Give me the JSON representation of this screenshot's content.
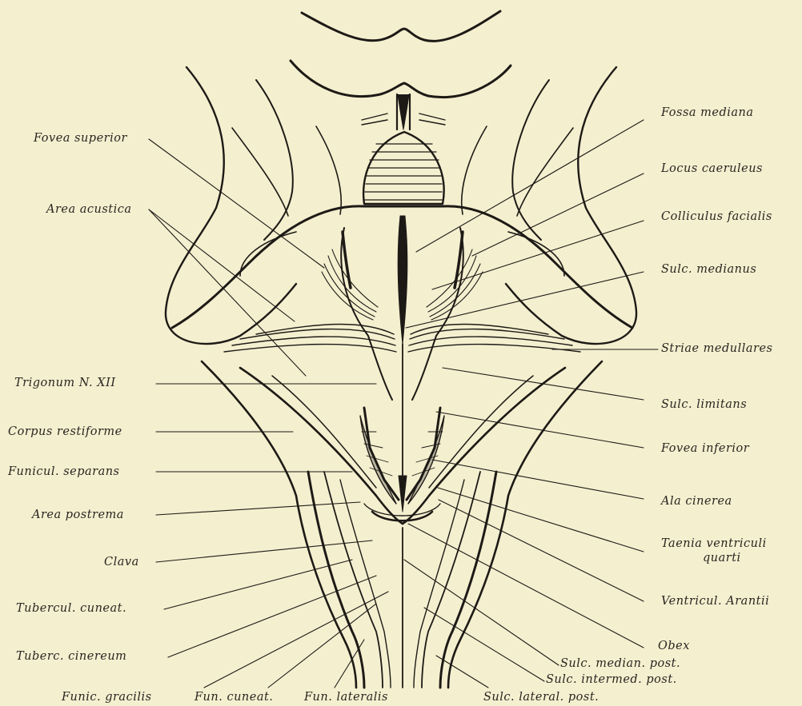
{
  "labels_left": {
    "fovea_superior": "Fovea superior",
    "area_acustica": "Area acustica",
    "trigonum": "Trigonum N. XII",
    "corpus_restiforme": "Corpus restiforme",
    "funicul_separans": "Funicul. separans",
    "area_postrema": "Area postrema",
    "clava": "Clava",
    "tubercul_cuneat": "Tubercul. cuneat.",
    "tuberc_cinereum": "Tuberc. cinereum"
  },
  "labels_bottom": {
    "funic_gracilis": "Funic. gracilis",
    "fun_cuneat": "Fun. cuneat.",
    "fun_lateralis": "Fun. lateralis",
    "sulc_lateral_post": "Sulc. lateral. post."
  },
  "labels_right": {
    "fossa_mediana": "Fossa mediana",
    "locus_caeruleus": "Locus caeruleus",
    "colliculus_facialis": "Colliculus facialis",
    "sulc_medianus": "Sulc. medianus",
    "striae_medullares": "Striae medullares",
    "sulc_limitans": "Sulc. limitans",
    "fovea_inferior": "Fovea inferior",
    "ala_cinerea": "Ala cinerea",
    "taenia_1": "Taenia ventriculi",
    "taenia_2": "quarti",
    "ventricul_arantii": "Ventricul. Arantii",
    "obex": "Obex",
    "sulc_median_post": "Sulc. median. post.",
    "sulc_intermed_post": "Sulc. intermed. post."
  }
}
